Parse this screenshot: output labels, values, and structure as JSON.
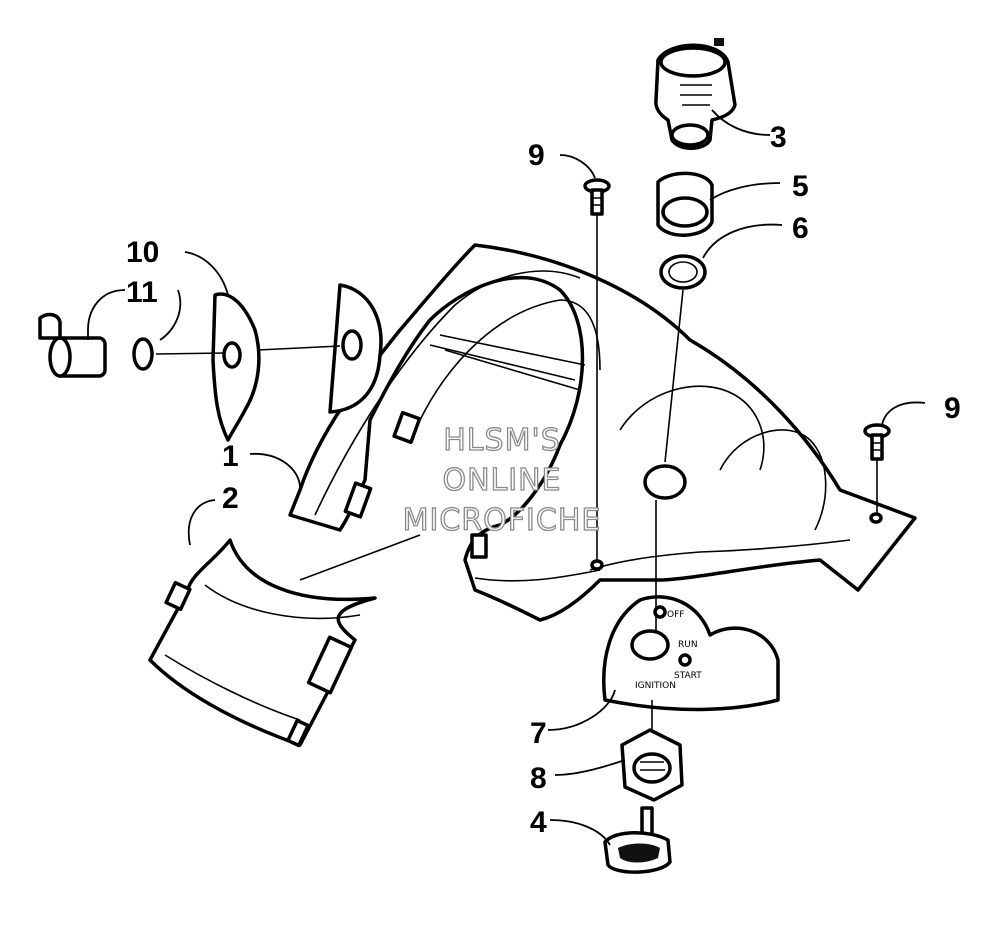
{
  "diagram": {
    "watermark": [
      "HLSM'S",
      "ONLINE",
      "MICROFICHE"
    ],
    "switch_labels": {
      "off": "OFF",
      "run": "RUN",
      "start": "START",
      "ignition": "IGNITION"
    },
    "callouts": [
      {
        "id": "c3",
        "label": "3"
      },
      {
        "id": "c9a",
        "label": "9"
      },
      {
        "id": "c5",
        "label": "5"
      },
      {
        "id": "c6",
        "label": "6"
      },
      {
        "id": "c10",
        "label": "10"
      },
      {
        "id": "c11",
        "label": "11"
      },
      {
        "id": "c9b",
        "label": "9"
      },
      {
        "id": "c1",
        "label": "1"
      },
      {
        "id": "c2",
        "label": "2"
      },
      {
        "id": "c7",
        "label": "7"
      },
      {
        "id": "c8",
        "label": "8"
      },
      {
        "id": "c4",
        "label": "4"
      }
    ]
  }
}
